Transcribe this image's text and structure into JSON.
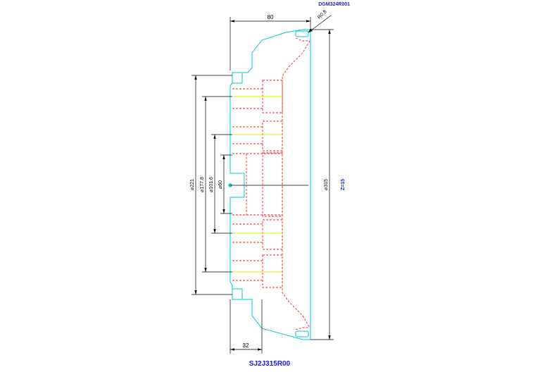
{
  "drawing": {
    "reference_code": "DGM324R001",
    "part_number": "SJ2J315R00",
    "teeth_note": "Z=15",
    "chamfer_note": "R0.8",
    "dimensions": {
      "width_top": "80",
      "width_bottom": "32",
      "dia_outer": "⌀315",
      "dia_221": "⌀221",
      "dia_177": "⌀177.8",
      "dia_101": "⌀101.6",
      "dia_60": "⌀60"
    },
    "colors": {
      "outline": "#00c8d8",
      "hidden": "#ff2020",
      "centerline": "#e8e800",
      "dimension": "#000000",
      "annotation": "#1a1aff"
    }
  }
}
